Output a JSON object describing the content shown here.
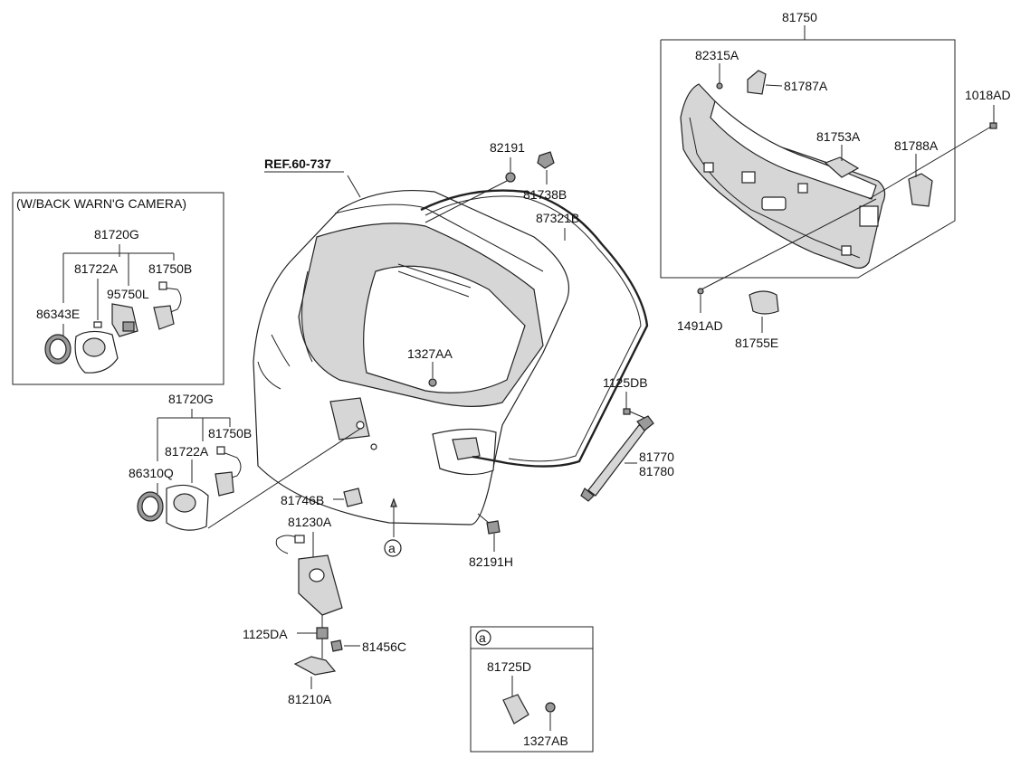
{
  "title": "",
  "ref": "REF.60-737",
  "camera_box_title": "(W/BACK WARN'G CAMERA)",
  "detail_marker": "a",
  "labels": {
    "p81750": "81750",
    "p82315A": "82315A",
    "p81787A": "81787A",
    "p1018AD": "1018AD",
    "p81753A": "81753A",
    "p81788A": "81788A",
    "p1491AD": "1491AD",
    "p81755E": "81755E",
    "p82191": "82191",
    "p81738B": "81738B",
    "p87321B": "87321B",
    "p1327AA": "1327AA",
    "p1125DB": "1125DB",
    "p81770": "81770",
    "p81780": "81780",
    "cam_81720G": "81720G",
    "cam_81722A": "81722A",
    "cam_81750B": "81750B",
    "cam_95750L": "95750L",
    "cam_86343E": "86343E",
    "p81720G": "81720G",
    "p81722A": "81722A",
    "p81750B": "81750B",
    "p86310Q": "86310Q",
    "p81746B": "81746B",
    "p81230A": "81230A",
    "p82191H": "82191H",
    "p1125DA": "1125DA",
    "p81456C": "81456C",
    "p81210A": "81210A",
    "p81725D": "81725D",
    "p1327AB": "1327AB"
  }
}
